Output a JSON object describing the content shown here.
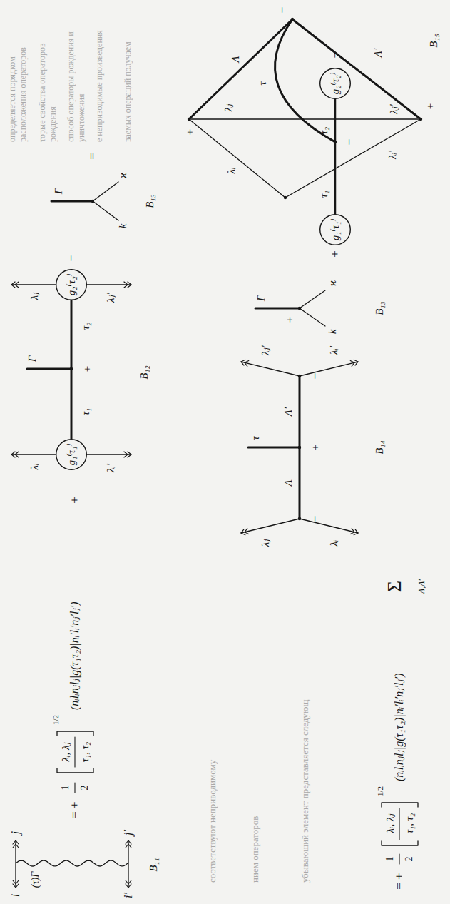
{
  "diagram": {
    "nodes": [
      {
        "text": [
          "g₁⁽τ₁⁾"
        ]
      },
      {
        "text": [
          "g₂⁽τ₂⁾"
        ]
      },
      {
        "text": [
          "g₁⁽τ₁⁾"
        ]
      },
      {
        "text": [
          "g₂⁽τ₂⁾"
        ]
      }
    ],
    "edges": [
      {
        "from": 0,
        "to": 1,
        "arrow": "none"
      },
      {
        "from": 2,
        "to": 3,
        "arrow": "none"
      }
    ],
    "labels": [
      "i",
      "j",
      "(τ)Γ",
      "i′",
      "j′",
      "B₁₁",
      "= +",
      "1",
      "2",
      "λᵢ, λⱼ",
      "τ₁, τ₂",
      "1/2",
      "(nᵢlᵢnⱼlⱼ|g(τ₁τ₂)|nᵢ′lᵢ′nⱼ′lⱼ′)",
      "+",
      "λᵢ",
      "λᵢ′",
      "τ₁",
      "Γ",
      "+",
      "τ₂",
      "λⱼ",
      "λⱼ′",
      "−",
      "B₁₂",
      "Γ",
      "k",
      "ϰ",
      "B₁₃",
      "=",
      "= +",
      "1",
      "2",
      "λᵢ, λⱼ",
      "τ₁, τ₂",
      "1/2",
      "(nᵢlᵢnⱼlⱼ|g(τ₁τ₂)|nᵢ′lᵢ′nⱼ′lⱼ′)",
      "Σ",
      "Λ,Λ′",
      "λⱼ",
      "λᵢ",
      "−",
      "Λ",
      "τ",
      "+",
      "Λ′",
      "−",
      "λⱼ′",
      "λᵢ′",
      "B₁₄",
      "Γ",
      "+",
      "k",
      "ϰ",
      "B₁₃",
      "+",
      "τ₁",
      "λᵢ",
      "+",
      "λⱼ",
      "Λ",
      "−",
      "τ₂",
      "τ",
      "−",
      "−",
      "λᵢ′",
      "λⱼ′",
      "Λ′",
      "+",
      "B₁₅",
      "определяется порядком расположения операторов",
      "торые свойства операторов рождения",
      "способ операторы рождения и уничтожения",
      "е неприводимые произведения",
      "ваемых операций получаем",
      "соответствуют неприводимому",
      "нием операторов",
      "убывающий элемент представляется следующ"
    ]
  }
}
